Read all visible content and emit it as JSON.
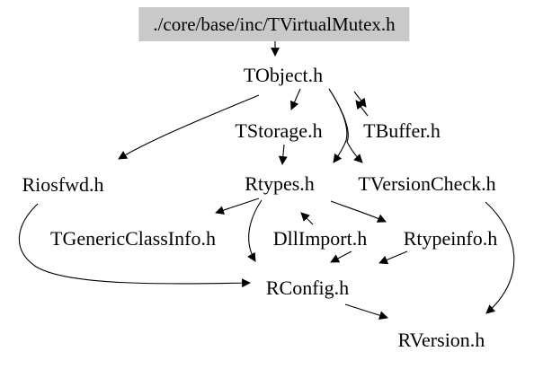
{
  "graph": {
    "type": "include-dependency-graph",
    "root": {
      "label": "./core/base/inc/TVirtualMutex.h"
    },
    "nodes": [
      {
        "id": "tobject",
        "label": "TObject.h"
      },
      {
        "id": "tstorage",
        "label": "TStorage.h"
      },
      {
        "id": "tbuffer",
        "label": "TBuffer.h"
      },
      {
        "id": "riosfwd",
        "label": "Riosfwd.h"
      },
      {
        "id": "rtypes",
        "label": "Rtypes.h"
      },
      {
        "id": "tversioncheck",
        "label": "TVersionCheck.h"
      },
      {
        "id": "tgenericclassinfo",
        "label": "TGenericClassInfo.h"
      },
      {
        "id": "dllimport",
        "label": "DllImport.h"
      },
      {
        "id": "rtypeinfo",
        "label": "Rtypeinfo.h"
      },
      {
        "id": "rconfig",
        "label": "RConfig.h"
      },
      {
        "id": "rversion",
        "label": "RVersion.h"
      }
    ],
    "edges": [
      {
        "from": "./core/base/inc/TVirtualMutex.h",
        "to": "TObject.h"
      },
      {
        "from": "TObject.h",
        "to": "Riosfwd.h"
      },
      {
        "from": "TObject.h",
        "to": "TStorage.h"
      },
      {
        "from": "TObject.h",
        "to": "TBuffer.h"
      },
      {
        "from": "TBuffer.h",
        "to": "TObject.h"
      },
      {
        "from": "TObject.h",
        "to": "Rtypes.h"
      },
      {
        "from": "TObject.h",
        "to": "TVersionCheck.h"
      },
      {
        "from": "TStorage.h",
        "to": "Rtypes.h"
      },
      {
        "from": "Rtypes.h",
        "to": "TGenericClassInfo.h"
      },
      {
        "from": "Rtypes.h",
        "to": "RConfig.h"
      },
      {
        "from": "Rtypes.h",
        "to": "Rtypeinfo.h"
      },
      {
        "from": "DllImport.h",
        "to": "Rtypes.h"
      },
      {
        "from": "DllImport.h",
        "to": "RConfig.h"
      },
      {
        "from": "Rtypeinfo.h",
        "to": "RConfig.h"
      },
      {
        "from": "Riosfwd.h",
        "to": "RConfig.h"
      },
      {
        "from": "TVersionCheck.h",
        "to": "RVersion.h"
      },
      {
        "from": "RConfig.h",
        "to": "RVersion.h"
      }
    ],
    "colors": {
      "background": "#ffffff",
      "text": "#000000",
      "edge": "#000000",
      "root_highlight": "#c9c9c9"
    }
  }
}
